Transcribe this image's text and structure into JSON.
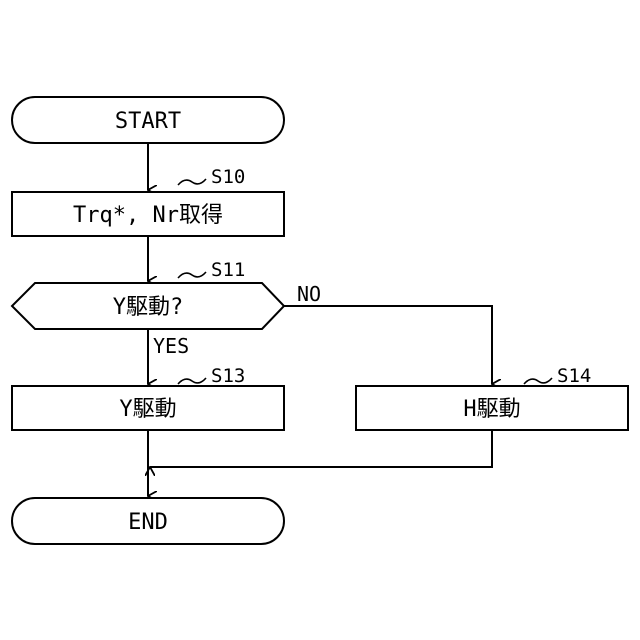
{
  "flowchart": {
    "start": {
      "label": "START"
    },
    "s10": {
      "step_label": "S10",
      "text": "Trq*, Nr取得"
    },
    "s11": {
      "step_label": "S11",
      "text": "Y駆動?"
    },
    "s13": {
      "step_label": "S13",
      "text": "Y駆動"
    },
    "s14": {
      "step_label": "S14",
      "text": "H駆動"
    },
    "end": {
      "label": "END"
    },
    "branches": {
      "yes_label": "YES",
      "no_label": "NO"
    }
  }
}
